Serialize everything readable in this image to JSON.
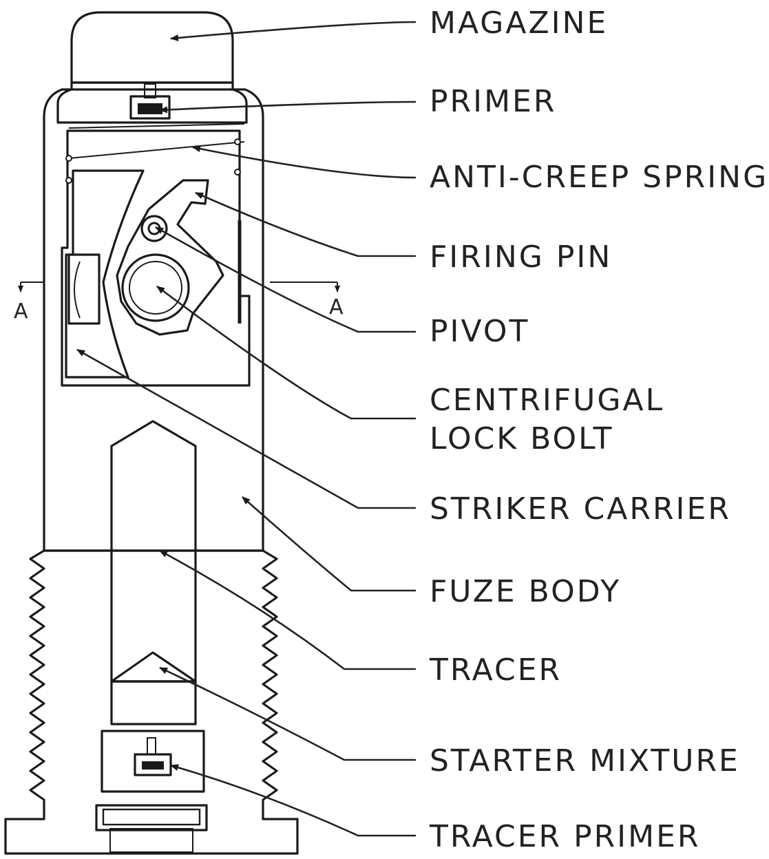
{
  "diagram": {
    "labels": {
      "magazine": "MAGAZINE",
      "primer": "PRIMER",
      "anti_creep_spring": "ANTI-CREEP SPRING",
      "firing_pin": "FIRING PIN",
      "pivot": "PIVOT",
      "centrifugal_lock_bolt_line1": "CENTRIFUGAL",
      "centrifugal_lock_bolt_line2": "LOCK BOLT",
      "striker_carrier": "STRIKER CARRIER",
      "fuze_body": "FUZE BODY",
      "tracer": "TRACER",
      "starter_mixture": "STARTER MIXTURE",
      "tracer_primer": "TRACER PRIMER"
    },
    "section_marks": {
      "left": "A",
      "right": "A"
    },
    "colors": {
      "ink": "#1a1a1a",
      "paper": "#ffffff"
    }
  }
}
